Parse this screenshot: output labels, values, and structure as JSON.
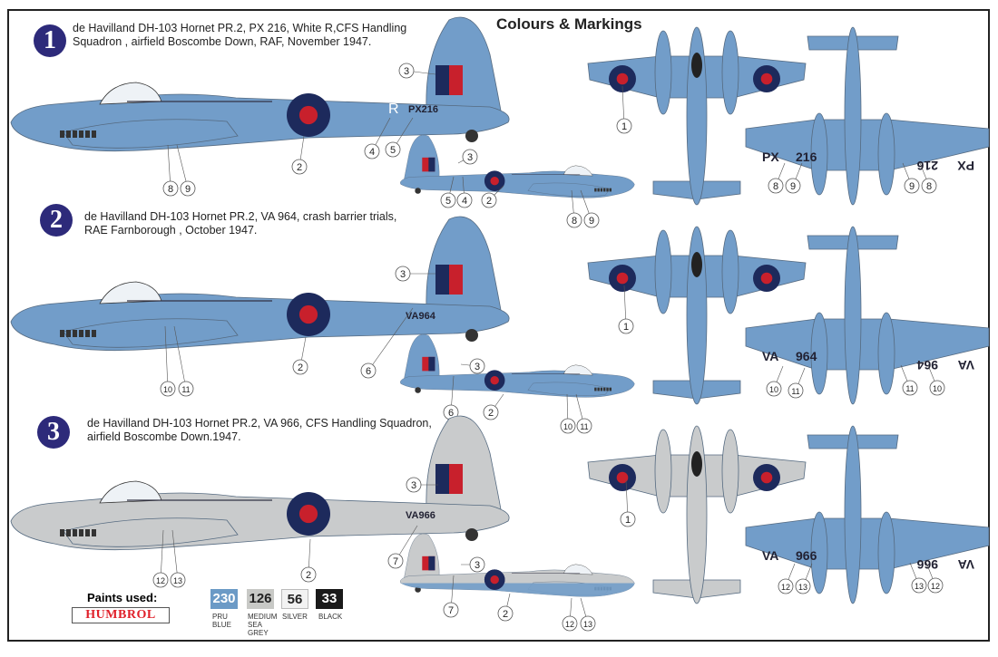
{
  "title": "Colours & Markings",
  "colors": {
    "pru_blue": "#729dc9",
    "medium_sea_grey": "#c9cbcc",
    "navy": "#2d2a7a",
    "roundel_blue": "#1d2a5c",
    "roundel_red": "#c8202c"
  },
  "schemes": [
    {
      "number": "1",
      "description": "de Havilland DH-103 Hornet PR.2, PX 216, White R,CFS Handling\nSquadron , airfield Boscombe Down, RAF, November 1947.",
      "serial": "PX216",
      "code": "R",
      "under_prefix": "PX",
      "under_number": "216",
      "upper": "blue",
      "callouts": {
        "side": [
          "3",
          "4",
          "5",
          "2",
          "8",
          "9"
        ],
        "small": [
          "3",
          "5",
          "4",
          "2",
          "8",
          "9"
        ],
        "top": [
          "1"
        ],
        "bottom": [
          "8",
          "9",
          "9",
          "8"
        ]
      }
    },
    {
      "number": "2",
      "description": "de Havilland DH-103 Hornet PR.2, VA 964,  crash barrier trials,\n RAE Farnborough , October 1947.",
      "serial": "VA964",
      "code": "",
      "under_prefix": "VA",
      "under_number": "964",
      "upper": "blue",
      "callouts": {
        "side": [
          "3",
          "2",
          "6",
          "10",
          "11"
        ],
        "small": [
          "3",
          "6",
          "2",
          "10",
          "11"
        ],
        "top": [
          "1"
        ],
        "bottom": [
          "10",
          "11",
          "11",
          "10"
        ]
      }
    },
    {
      "number": "3",
      "description": "de Havilland DH-103 Hornet PR.2, VA 966, CFS Handling Squadron,\n airfield Boscombe Down.1947.",
      "serial": "VA966",
      "code": "",
      "under_prefix": "VA",
      "under_number": "966",
      "upper": "grey",
      "callouts": {
        "side": [
          "3",
          "2",
          "7",
          "12",
          "13"
        ],
        "small": [
          "3",
          "7",
          "2",
          "12",
          "13"
        ],
        "top": [
          "1"
        ],
        "bottom": [
          "12",
          "13",
          "13",
          "12"
        ]
      }
    }
  ],
  "paints": {
    "label": "Paints used:",
    "brand": "HUMBROL",
    "items": [
      {
        "code": "230",
        "name": "PRU\nBLUE",
        "color": "#6b9ac6",
        "text": "#fff"
      },
      {
        "code": "126",
        "name": "MEDIUM\nSEA\nGREY",
        "color": "#c8c9c6",
        "text": "#222"
      },
      {
        "code": "56",
        "name": "SILVER",
        "color": "#f2f2f2",
        "text": "#222"
      },
      {
        "code": "33",
        "name": "BLACK",
        "color": "#1a1a1a",
        "text": "#fff"
      }
    ]
  }
}
